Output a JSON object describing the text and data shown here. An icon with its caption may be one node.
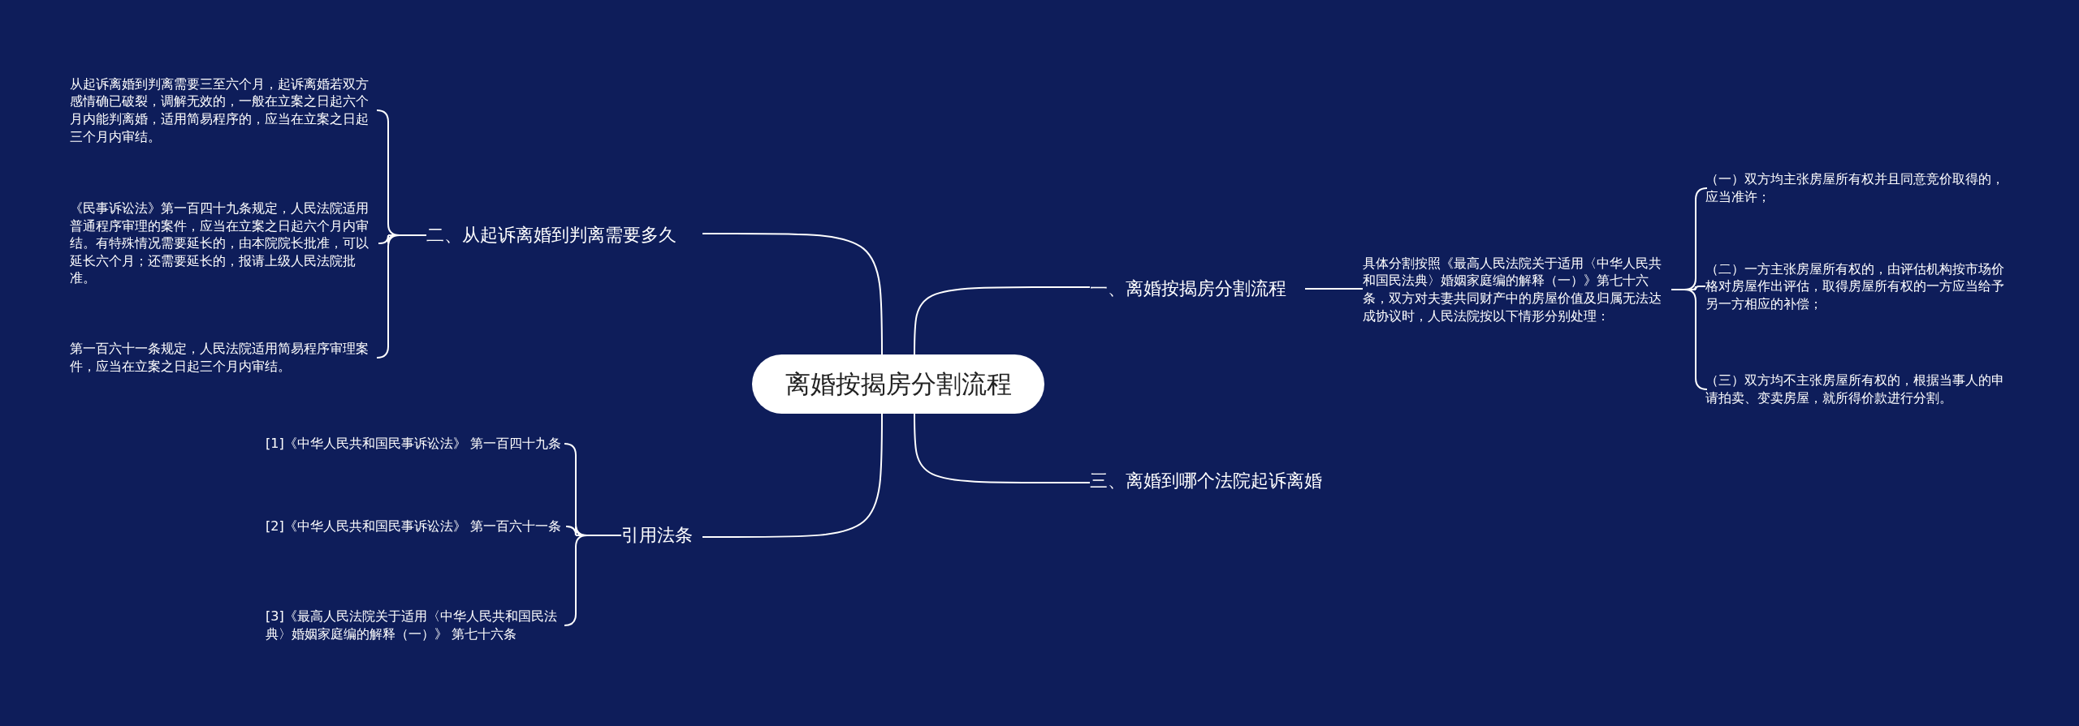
{
  "diagram": {
    "nodes": [
      {
        "text": [
          "离婚按揭房分割流程"
        ]
      },
      {
        "text": [
          "一、离婚按揭房分割流程"
        ]
      },
      {
        "text": [
          "具体分割按照《最高人民法院关于适用〈中华人民共和国民法典〉婚姻家庭编的解释（一）》第七十六条，双方对夫妻共同财产中的房屋价值及归属无法达成协议时，人民法院按以下情形分别处理："
        ]
      },
      {
        "text": [
          "（一）双方均主张房屋所有权并且同意竞价取得的，应当准许；"
        ]
      },
      {
        "text": [
          "（二）一方主张房屋所有权的，由评估机构按市场价格对房屋作出评估，取得房屋所有权的一方应当给予另一方相应的补偿；"
        ]
      },
      {
        "text": [
          "（三）双方均不主张房屋所有权的，根据当事人的申请拍卖、变卖房屋，就所得价款进行分割。"
        ]
      },
      {
        "text": [
          "二、从起诉离婚到判离需要多久"
        ]
      },
      {
        "text": [
          "从起诉离婚到判离需要三至六个月，起诉离婚若双方感情确已破裂，调解无效的，一般在立案之日起六个月内能判离婚，适用简易程序的，应当在立案之日起三个月内审结。"
        ]
      },
      {
        "text": [
          "《民事诉讼法》第一百四十九条规定，人民法院适用普通程序审理的案件，应当在立案之日起六个月内审结。有特殊情况需要延长的，由本院院长批准，可以延长六个月；还需要延长的，报请上级人民法院批准。"
        ]
      },
      {
        "text": [
          "第一百六十一条规定，人民法院适用简易程序审理案件，应当在立案之日起三个月内审结。"
        ]
      },
      {
        "text": [
          "三、离婚到哪个法院起诉离婚"
        ]
      },
      {
        "text": [
          "引用法条"
        ]
      },
      {
        "text": [
          "[1]《中华人民共和国民事诉讼法》 第一百四十九条"
        ]
      },
      {
        "text": [
          "[2]《中华人民共和国民事诉讼法》 第一百六十一条"
        ]
      },
      {
        "text": [
          "[3]《最高人民法院关于适用〈中华人民共和国民法典〉婚姻家庭编的解释（一）》 第七十六条"
        ]
      }
    ],
    "edges": [
      {
        "from": 0,
        "to": 1,
        "arrow": "none"
      },
      {
        "from": 1,
        "to": 2,
        "arrow": "none"
      },
      {
        "from": 2,
        "to": 3,
        "arrow": "none"
      },
      {
        "from": 2,
        "to": 4,
        "arrow": "none"
      },
      {
        "from": 2,
        "to": 5,
        "arrow": "none"
      },
      {
        "from": 0,
        "to": 6,
        "arrow": "none"
      },
      {
        "from": 6,
        "to": 7,
        "arrow": "none"
      },
      {
        "from": 6,
        "to": 8,
        "arrow": "none"
      },
      {
        "from": 6,
        "to": 9,
        "arrow": "none"
      },
      {
        "from": 0,
        "to": 10,
        "arrow": "none"
      },
      {
        "from": 0,
        "to": 11,
        "arrow": "none"
      },
      {
        "from": 11,
        "to": 12,
        "arrow": "none"
      },
      {
        "from": 11,
        "to": 13,
        "arrow": "none"
      },
      {
        "from": 11,
        "to": 14,
        "arrow": "none"
      }
    ]
  }
}
